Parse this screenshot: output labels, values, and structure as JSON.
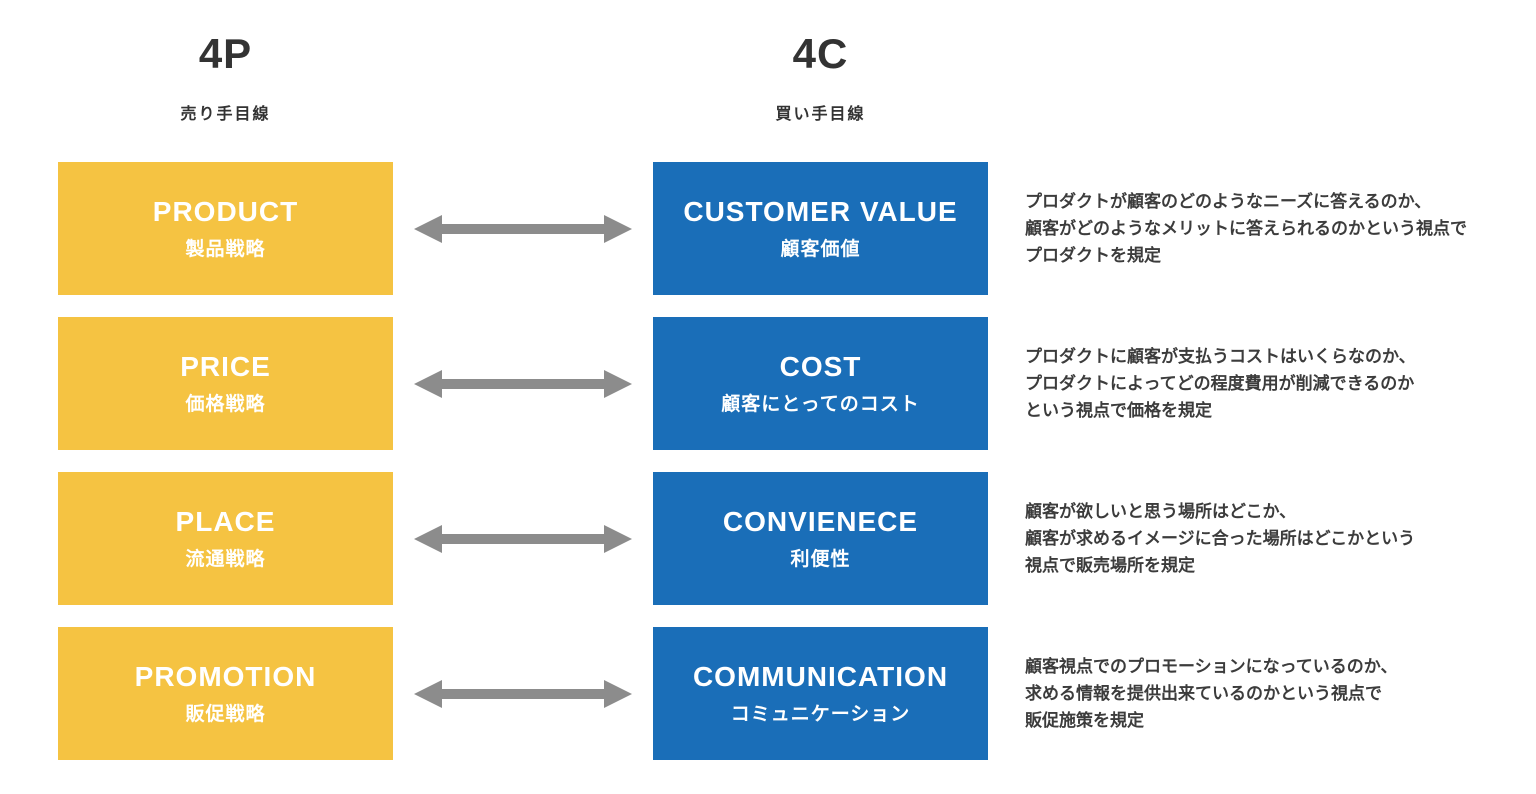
{
  "header": {
    "left": {
      "title": "4P",
      "subtitle": "売り手目線"
    },
    "right": {
      "title": "4C",
      "subtitle": "買い手目線"
    }
  },
  "colors": {
    "yellow": "#F5C342",
    "blue": "#1A6EB8",
    "arrow": "#8C8C8C",
    "heading": "#333333",
    "desc": "#3C3C3C"
  },
  "rows": [
    {
      "p": {
        "en": "PRODUCT",
        "ja": "製品戦略"
      },
      "c": {
        "en": "CUSTOMER VALUE",
        "ja": "顧客価値"
      },
      "desc": "プロダクトが顧客のどのようなニーズに答えるのか、\n顧客がどのようなメリットに答えられるのかという視点で\nプロダクトを規定"
    },
    {
      "p": {
        "en": "PRICE",
        "ja": "価格戦略"
      },
      "c": {
        "en": "COST",
        "ja": "顧客にとってのコスト"
      },
      "desc": "プロダクトに顧客が支払うコストはいくらなのか、\nプロダクトによってどの程度費用が削減できるのか\nという視点で価格を規定"
    },
    {
      "p": {
        "en": "PLACE",
        "ja": "流通戦略"
      },
      "c": {
        "en": "CONVIENECE",
        "ja": "利便性"
      },
      "desc": "顧客が欲しいと思う場所はどこか、\n顧客が求めるイメージに合った場所はどこかという\n視点で販売場所を規定"
    },
    {
      "p": {
        "en": "PROMOTION",
        "ja": "販促戦略"
      },
      "c": {
        "en": "COMMUNICATION",
        "ja": "コミュニケーション"
      },
      "desc": "顧客視点でのプロモーションになっているのか、\n求める情報を提供出来ているのかという視点で\n販促施策を規定"
    }
  ]
}
